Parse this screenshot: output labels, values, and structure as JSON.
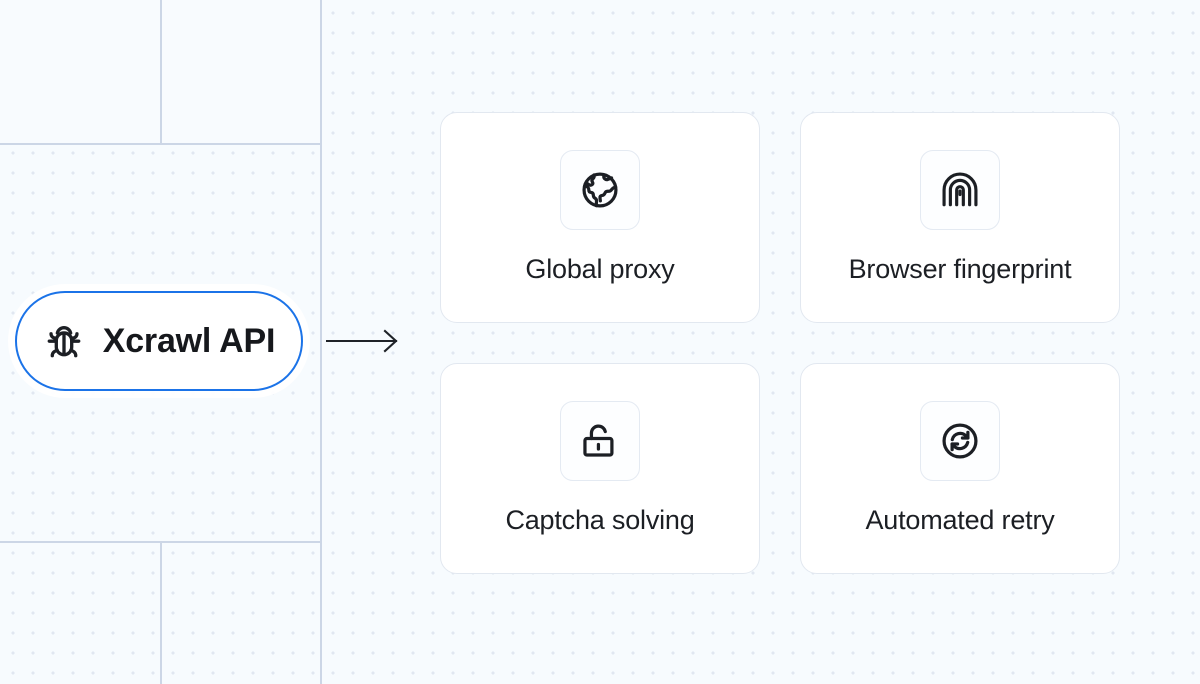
{
  "canvas": {
    "background_color": "#f7fbfe",
    "dot_color": "#dde4ef",
    "grid_line_color": "#ccd6e6"
  },
  "source_node": {
    "label": "Xcrawl API",
    "icon": "bug-icon",
    "border_color": "#1b73e8",
    "background_color": "#ffffff",
    "text_color": "#16181c"
  },
  "connector": {
    "icon": "arrow-right-icon",
    "color": "#1f2328"
  },
  "cards": [
    {
      "label": "Global proxy",
      "icon": "globe-icon",
      "position": "top-left"
    },
    {
      "label": "Browser fingerprint",
      "icon": "fingerprint-icon",
      "position": "top-right"
    },
    {
      "label": "Captcha solving",
      "icon": "unlock-icon",
      "position": "bottom-left"
    },
    {
      "label": "Automated retry",
      "icon": "refresh-icon",
      "position": "bottom-right"
    }
  ]
}
